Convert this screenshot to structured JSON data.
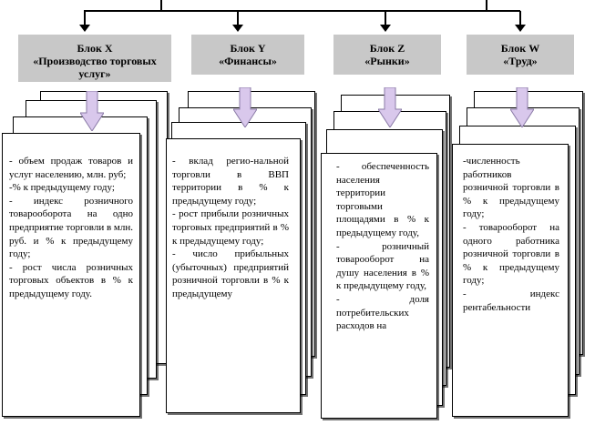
{
  "blocks": [
    {
      "title": "Блок X",
      "subtitle": "«Производство торговых услуг»",
      "items": [
        "- объем продаж товаров и услуг населению, млн. руб;",
        "-% к предыдущему году;",
        "- индекс розничного товарооборота на одно предприятие торговли в млн. руб. и % к предыдущему году;",
        "- рост числа розничных торговых объектов в % к предыдущему году."
      ]
    },
    {
      "title": "Блок Y",
      "subtitle": "«Финансы»",
      "items": [
        "- вклад регио-нальной торговли в ВВП территории в % к предыдущему году;",
        "- рост прибыли розничных торговых предприятий в % к предыдущему году;",
        "- число прибыльных (убыточных) предприятий розничной торговли в % к предыдущему"
      ]
    },
    {
      "title": "Блок Z",
      "subtitle": "«Рынки»",
      "items": [
        "- обеспеченность населения территории торговыми площадями в % к предыдущему году,",
        "- розничный товарооборот на душу населения в % к предыдущему году,",
        "- доля потребительских расходов на"
      ]
    },
    {
      "title": "Блок W",
      "subtitle": "«Труд»",
      "items": [
        "-численность работников розничной торговли в % к предыдущему году;",
        "- товарооборот на одного работника розничной торговли в % к предыдущему году;",
        "- индекс рентабельности"
      ]
    }
  ],
  "colors": {
    "header_fill": "#c8c8c8",
    "arrow_fill": "#d9c8ec",
    "arrow_stroke": "#8a7aa6",
    "line": "#000000"
  },
  "icons": [
    "down-arrow-icon"
  ]
}
